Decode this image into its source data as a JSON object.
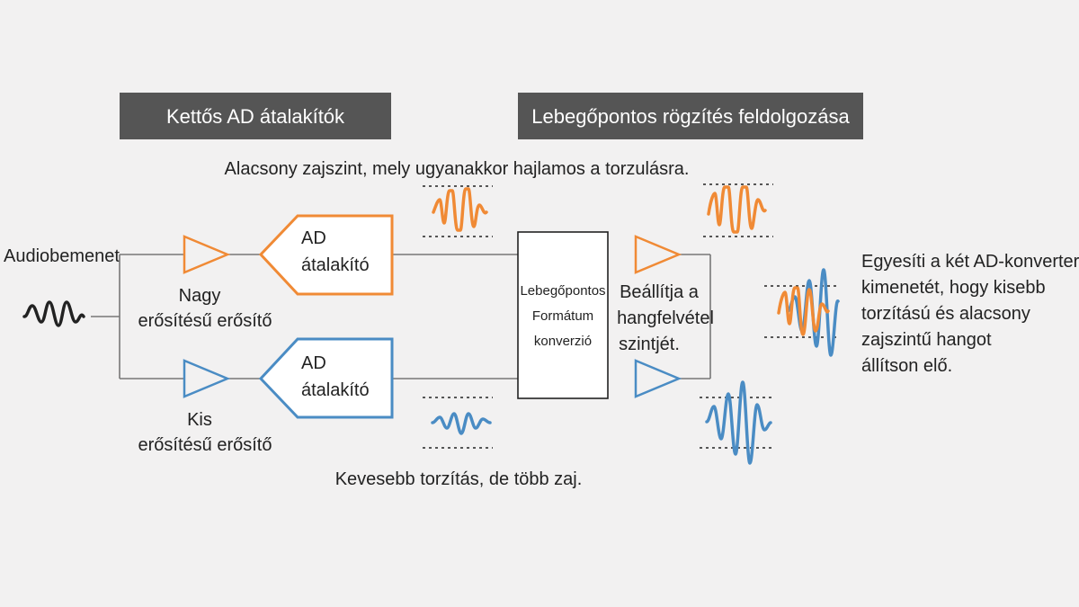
{
  "headers": {
    "dual_ad": "Kettős AD átalakítók",
    "float_processing": "Lebegőpontos rögzítés feldolgozása"
  },
  "input_label": "Audiobemenet",
  "high_gain_amp": {
    "line1": "Nagy",
    "line2": "erősítésű erősítő"
  },
  "low_gain_amp": {
    "line1": "Kis",
    "line2": "erősítésű erősítő"
  },
  "ad_converter_top": {
    "line1": "AD",
    "line2": "átalakító"
  },
  "ad_converter_bottom": {
    "line1": "AD",
    "line2": "átalakító"
  },
  "conversion_box": {
    "line1": "Lebegőpontos",
    "line2": "Formátum",
    "line3": "konverzió"
  },
  "level_adjust": {
    "line1": "Beállítja a",
    "line2": "hangfelvétel",
    "line3": "szintjét."
  },
  "top_note": "Alacsony zajszint, mely ugyanakkor hajlamos a torzulásra.",
  "bottom_note": "Kevesebb torzítás, de több zaj.",
  "combine_note": {
    "line1": "Egyesíti a két AD-konverter",
    "line2": "kimenetét, hogy kisebb",
    "line3": "torzítású és alacsony",
    "line4": "zajszintű hangot",
    "line5": "állítson elő."
  },
  "colors": {
    "orange": "#f08a35",
    "blue": "#4a8cc4",
    "header_bg": "#555555",
    "line": "#777777",
    "text": "#222222",
    "background": "#f2f1f1"
  },
  "icons": {
    "input_wave": "wave-icon",
    "amplifier": "triangle-amplifier-icon",
    "converter": "pentagon-converter-icon"
  }
}
